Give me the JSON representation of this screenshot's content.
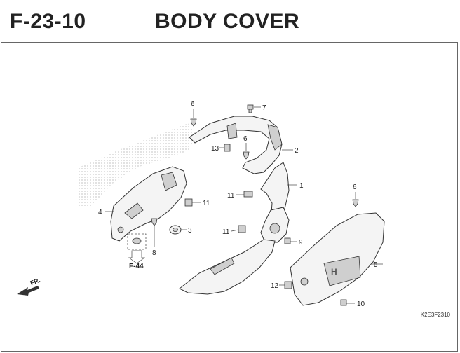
{
  "header": {
    "code": "F-23-10",
    "title": "BODY COVER"
  },
  "callouts": {
    "c1": "1",
    "c2": "2",
    "c3": "3",
    "c4": "4",
    "c5": "5",
    "c6a": "6",
    "c6b": "6",
    "c6c": "6",
    "c7": "7",
    "c8": "8",
    "c9": "9",
    "c10": "10",
    "c11a": "11",
    "c11b": "11",
    "c11c": "11",
    "c12": "12",
    "c13": "13"
  },
  "reference": "F-44",
  "direction": "FR.",
  "doc_code": "K2E3F2310"
}
